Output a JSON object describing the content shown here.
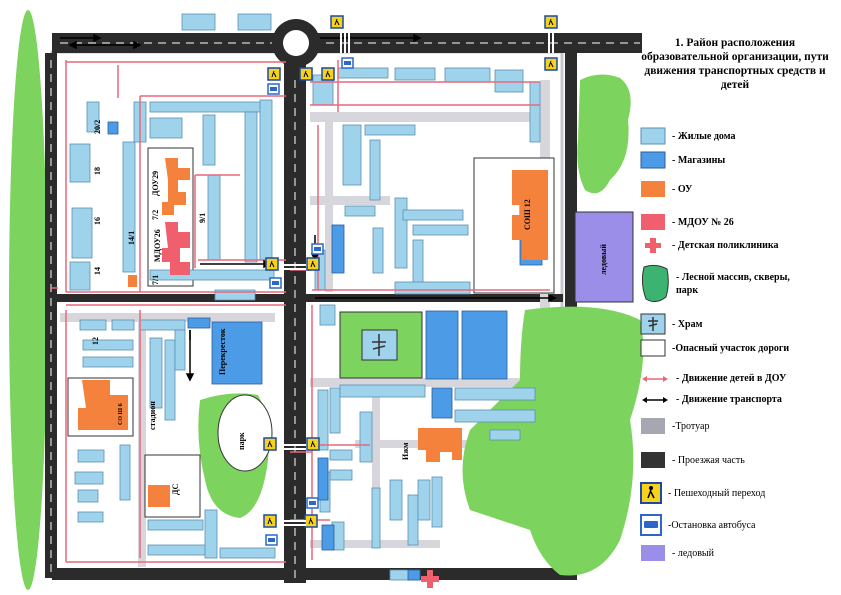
{
  "legend": {
    "title": "1. Район расположения образовательной организации, пути движения транспортных средств и детей",
    "items": [
      {
        "key": "residential",
        "label": "- Жилые дома",
        "color": "#9fd3ec"
      },
      {
        "key": "shops",
        "label": "- Магазины",
        "color": "#4c9be6"
      },
      {
        "key": "ou",
        "label": "- ОУ",
        "color": "#f5823c"
      },
      {
        "key": "mdou",
        "label": "- МДОУ № 26",
        "color": "#ef5f6e"
      },
      {
        "key": "clinic",
        "label": "- Детская поликлиника",
        "color": "#ef5f6e"
      },
      {
        "key": "forest",
        "label": "- Лесной массив, скверы, парк",
        "color": "#3cb371"
      },
      {
        "key": "church",
        "label": "- Храм",
        "color": "#9fd3ec"
      },
      {
        "key": "danger",
        "label": "-Опасный участок дороги",
        "color": "#ffffff"
      },
      {
        "key": "children",
        "label": "- Движение детей в ДОУ",
        "color": "#e8697a"
      },
      {
        "key": "transport",
        "label": "- Движение транспорта",
        "color": "#000000"
      },
      {
        "key": "sidewalk",
        "label": "-Тротуар",
        "color": "#a7a7b2"
      },
      {
        "key": "road",
        "label": "- Проезжая часть",
        "color": "#333333"
      },
      {
        "key": "crossing",
        "label": "- Пешеходный переход",
        "color": "#f6d21d"
      },
      {
        "key": "bus",
        "label": "-Остановка автобуса",
        "color": "#2b68c9"
      },
      {
        "key": "ice",
        "label": "- ледовый",
        "color": "#9a8ee8"
      }
    ]
  },
  "map_labels": {
    "school": "СОШ 12",
    "ice_arena": "ледовый",
    "dou29": "ДОУ29",
    "mdou26": "МДОУ26",
    "n72": "7/2",
    "n71": "7/1",
    "n91": "9/1",
    "n202": "20/2",
    "n18": "18",
    "n16": "16",
    "n14": "14",
    "n141": "14/1",
    "n12": "12",
    "crossroad": "Перекресток",
    "stadium": "стадион",
    "park": "парк",
    "ds": "ДС",
    "so": "СО Ш 6",
    "izhm": "Ижм"
  }
}
